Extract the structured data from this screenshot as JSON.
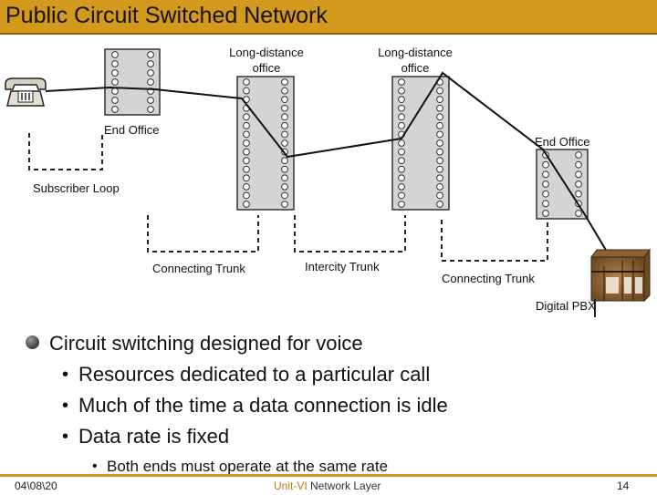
{
  "title": "Public Circuit Switched Network",
  "diagram": {
    "labels": {
      "long_distance_1": [
        "Long-distance",
        "office"
      ],
      "long_distance_2": [
        "Long-distance",
        "office"
      ],
      "end_office_left": "End Office",
      "end_office_right": "End Office",
      "subscriber_loop": "Subscriber Loop",
      "connecting_trunk_left": "Connecting Trunk",
      "intercity_trunk": "Intercity Trunk",
      "connecting_trunk_right": "Connecting Trunk",
      "digital_pbx": "Digital PBX"
    },
    "icons": [
      "telephone-icon",
      "switch-panel-icon",
      "pbx-cabinet-icon"
    ]
  },
  "bullets": {
    "main": "Circuit switching designed for voice",
    "sub": [
      "Resources dedicated to a particular call",
      "Much of the time a data connection is idle",
      "Data rate is fixed"
    ],
    "subsub": "Both ends must operate at the same rate",
    "marker": "•"
  },
  "footer": {
    "date": "04\\08\\20",
    "center_prefix": "Unit-VI",
    "center_suffix": " Network Layer",
    "page": "14"
  },
  "colors": {
    "title_bar": "#d29a1c",
    "footer_rule": "#d29a1c",
    "footer_highlight": "#b37a10"
  }
}
